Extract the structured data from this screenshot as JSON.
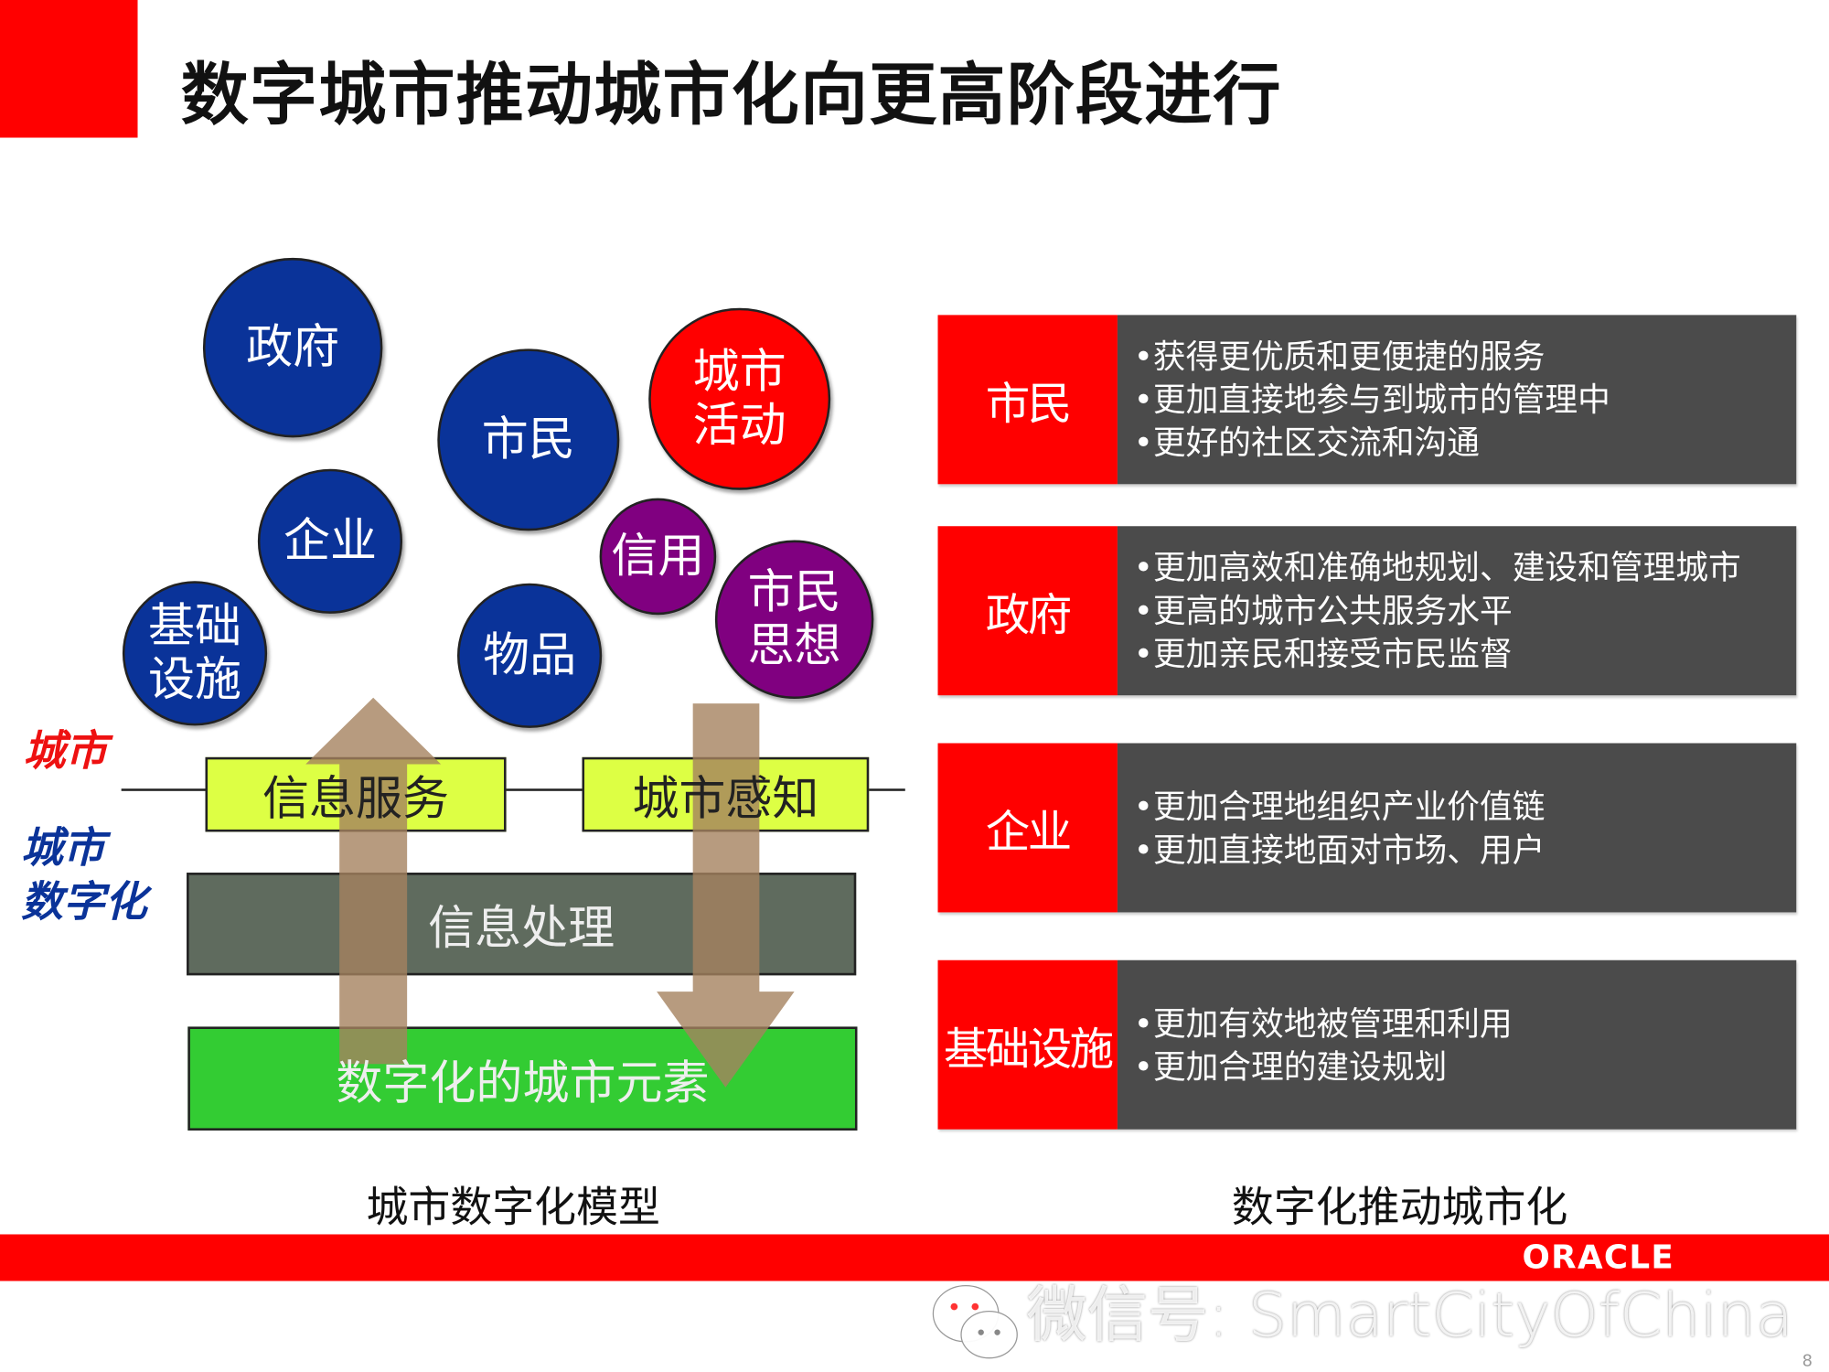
{
  "title": "数字城市推动城市化向更高阶段进行",
  "left_diagram": {
    "circles": {
      "government": "政府",
      "citizens": "市民",
      "city_activity": [
        "城市",
        "活动"
      ],
      "enterprise": "企业",
      "credit": "信用",
      "citizen_thought": [
        "市民",
        "思想"
      ],
      "infrastructure": [
        "基础",
        "设施"
      ],
      "goods": "物品"
    },
    "label_city": "城市",
    "label_digitization": [
      "城市",
      "数字化"
    ],
    "boxes": {
      "info_service": "信息服务",
      "city_sensing": "城市感知",
      "info_processing": "信息处理",
      "digital_elements": "数字化的城市元素"
    },
    "caption": "城市数字化模型"
  },
  "right_panel": {
    "rows": [
      {
        "tag": "市民",
        "items": [
          "•获得更优质和更便捷的服务",
          "•更加直接地参与到城市的管理中",
          "•更好的社区交流和沟通"
        ]
      },
      {
        "tag": "政府",
        "items": [
          "•更加高效和准确地规划、建设和管理城市",
          "•更高的城市公共服务水平",
          "•更加亲民和接受市民监督"
        ]
      },
      {
        "tag": "企业",
        "items": [
          "•更加合理地组织产业价值链",
          "•更加直接地面对市场、用户"
        ]
      },
      {
        "tag": "基础设施",
        "items": [
          "•更加有效地被管理和利用",
          "•更加合理的建设规划"
        ]
      }
    ],
    "caption": "数字化推动城市化"
  },
  "footer": {
    "watermark": "微信号: SmartCityOfChina",
    "logo": "ORACLE",
    "page_number": "8"
  },
  "colors": {
    "red": "#ff0000",
    "blue": "#0a3399",
    "purple": "#800080",
    "dark": "#4b4b4b"
  }
}
